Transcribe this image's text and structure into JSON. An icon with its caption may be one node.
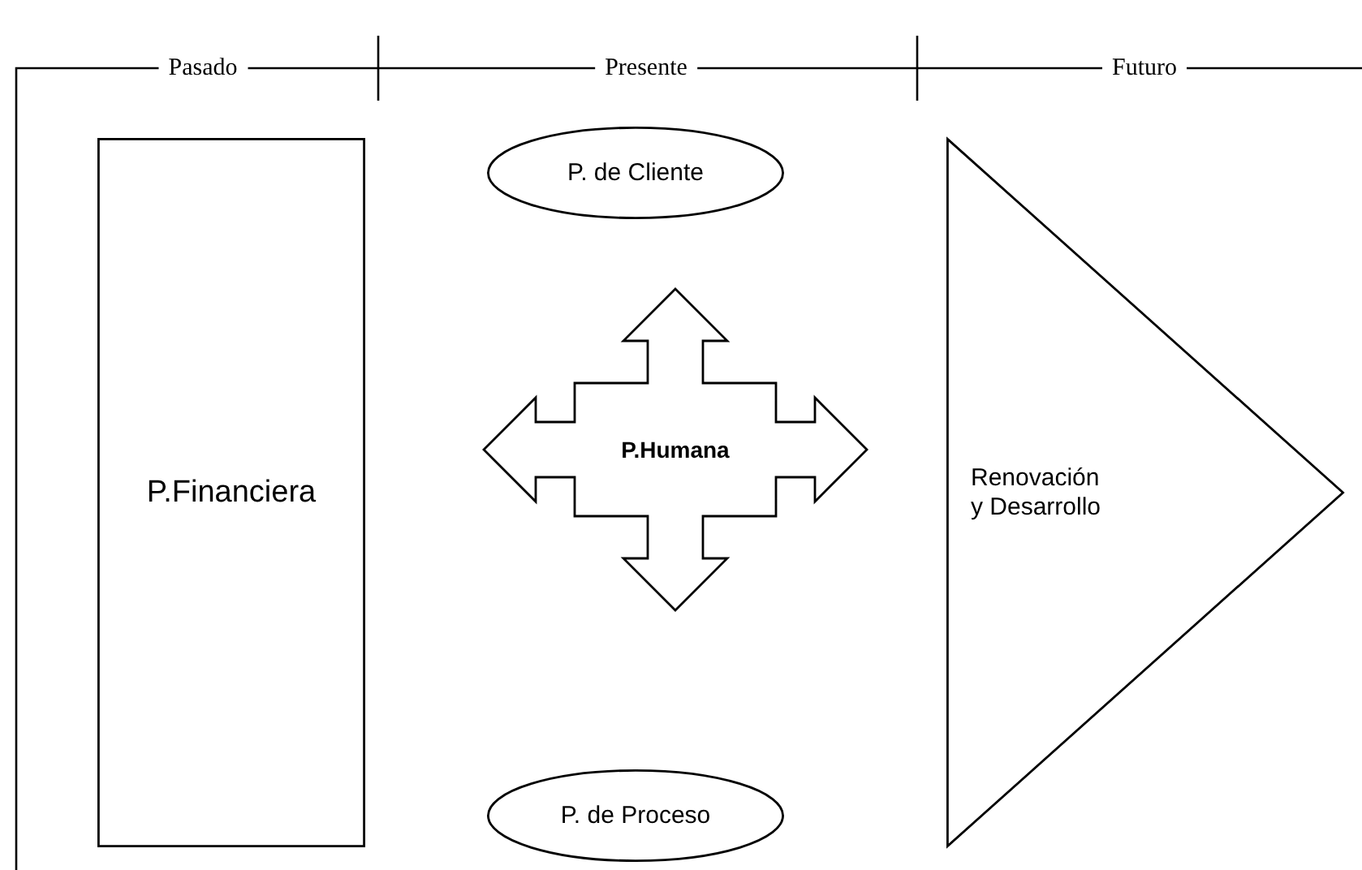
{
  "diagram": {
    "nodes": [
      {
        "text": [
          "P.Financiera"
        ]
      },
      {
        "text": [
          "P. de Cliente"
        ]
      },
      {
        "text": [
          "P.Humana"
        ]
      },
      {
        "text": [
          "P. de Proceso"
        ]
      },
      {
        "text": [
          "Renovación y Desarrollo"
        ]
      }
    ],
    "labels": [
      "Pasado",
      "Presente",
      "Futuro"
    ]
  }
}
